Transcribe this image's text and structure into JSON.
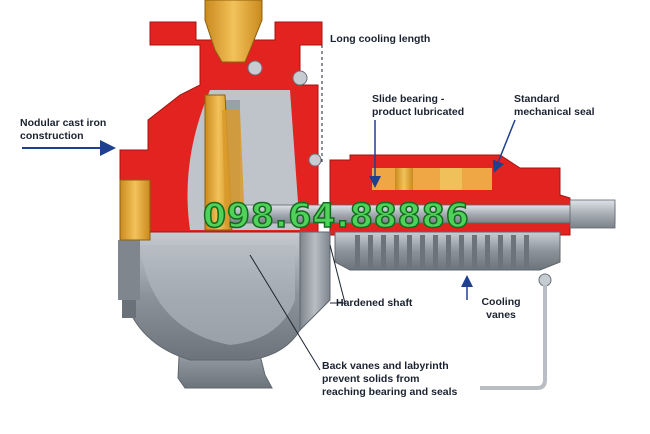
{
  "labels": {
    "long_cooling_length": "Long cooling length",
    "nodular_cast_iron_l1": "Nodular cast iron",
    "nodular_cast_iron_l2": "construction",
    "slide_bearing_l1": "Slide bearing -",
    "slide_bearing_l2": "product lubricated",
    "standard_seal_l1": "Standard",
    "standard_seal_l2": "mechanical seal",
    "hardened_shaft": "Hardened shaft",
    "cooling_vanes_l1": "Cooling",
    "cooling_vanes_l2": "vanes",
    "back_vanes_l1": "Back vanes and labyrinth",
    "back_vanes_l2": "prevent solids from",
    "back_vanes_l3": "reaching bearing and seals"
  },
  "watermark": "098.64.88886",
  "colors": {
    "casing_red": "#e3231f",
    "steel_grey": "#9aa0a8",
    "brass": "#e2a73a",
    "label_text": "#1b2230",
    "arrow_blue": "#1f3f8f",
    "watermark_green": "#4fd15a"
  }
}
